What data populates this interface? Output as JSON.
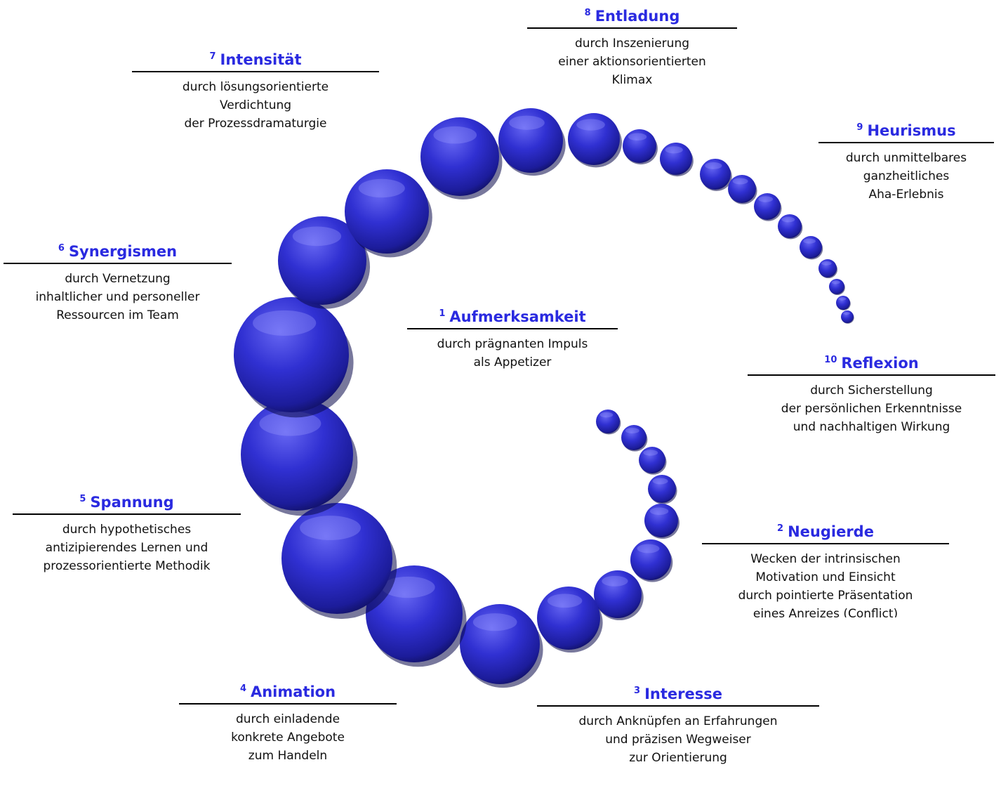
{
  "colors": {
    "heading": "#2a2ae0",
    "bubble_light": "#5a5af0",
    "bubble_mid": "#2d2dcc",
    "bubble_dark": "#15157a",
    "rule": "#000000"
  },
  "stages": [
    {
      "num": "1",
      "title": "Aufmerksamkeit",
      "lines": [
        "durch prägnanten Impuls",
        "als Appetizer"
      ]
    },
    {
      "num": "2",
      "title": "Neugierde",
      "lines": [
        "Wecken der intrinsischen",
        "Motivation und Einsicht",
        "durch pointierte Präsentation",
        "eines Anreizes (Conflict)"
      ]
    },
    {
      "num": "3",
      "title": "Interesse",
      "lines": [
        "durch Anknüpfen an Erfahrungen",
        "und präzisen Wegweiser",
        "zur Orientierung"
      ]
    },
    {
      "num": "4",
      "title": "Animation",
      "lines": [
        "durch einladende",
        "konkrete Angebote",
        "zum Handeln"
      ]
    },
    {
      "num": "5",
      "title": "Spannung",
      "lines": [
        "durch hypothetisches",
        "antizipierendes Lernen und",
        "prozessorientierte Methodik"
      ]
    },
    {
      "num": "6",
      "title": "Synergismen",
      "lines": [
        "durch Vernetzung",
        "inhaltlicher und personeller",
        "Ressourcen im Team"
      ]
    },
    {
      "num": "7",
      "title": "Intensität",
      "lines": [
        "durch lösungsorientierte",
        "Verdichtung",
        "der Prozessdramaturgie"
      ]
    },
    {
      "num": "8",
      "title": "Entladung",
      "lines": [
        "durch Inszenierung",
        "einer aktionsorientierten",
        "Klimax"
      ]
    },
    {
      "num": "9",
      "title": "Heurismus",
      "lines": [
        "durch unmittelbares",
        "ganzheitliches",
        "Aha-Erlebnis"
      ]
    },
    {
      "num": "10",
      "title": "Reflexion",
      "lines": [
        "durch Sicherstellung",
        "der persönlichen Erkenntnisse",
        "und nachhaltigen Wirkung"
      ]
    }
  ]
}
